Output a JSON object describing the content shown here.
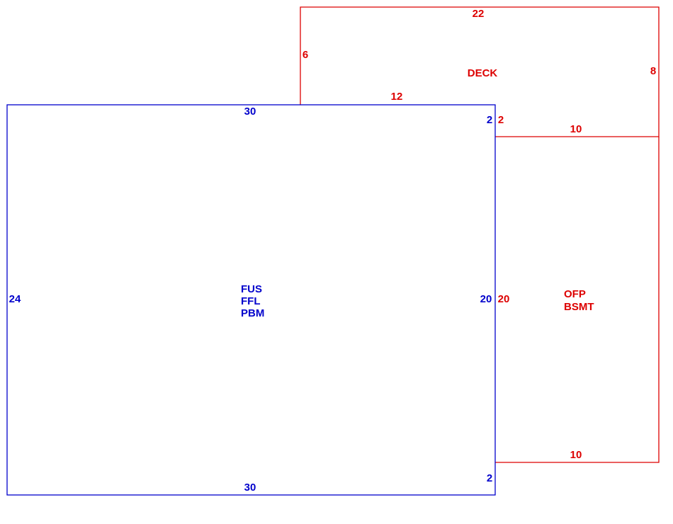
{
  "colors": {
    "main": "#0000cc",
    "addition": "#dd0000",
    "background": "#ffffff"
  },
  "main_area": {
    "top": "30",
    "bottom": "30",
    "left": "24",
    "right": "20",
    "top_right_jog": "2",
    "bottom_right_jog": "2",
    "codes": [
      "FUS",
      "FFL",
      "PBM"
    ]
  },
  "deck": {
    "label": "DECK",
    "top": "22",
    "left": "6",
    "right": "8",
    "bottom_left": "12",
    "bottom_right": "10",
    "jog": "2"
  },
  "ofp_bsmt": {
    "codes": [
      "OFP",
      "BSMT"
    ],
    "left": "20",
    "bottom": "10"
  }
}
